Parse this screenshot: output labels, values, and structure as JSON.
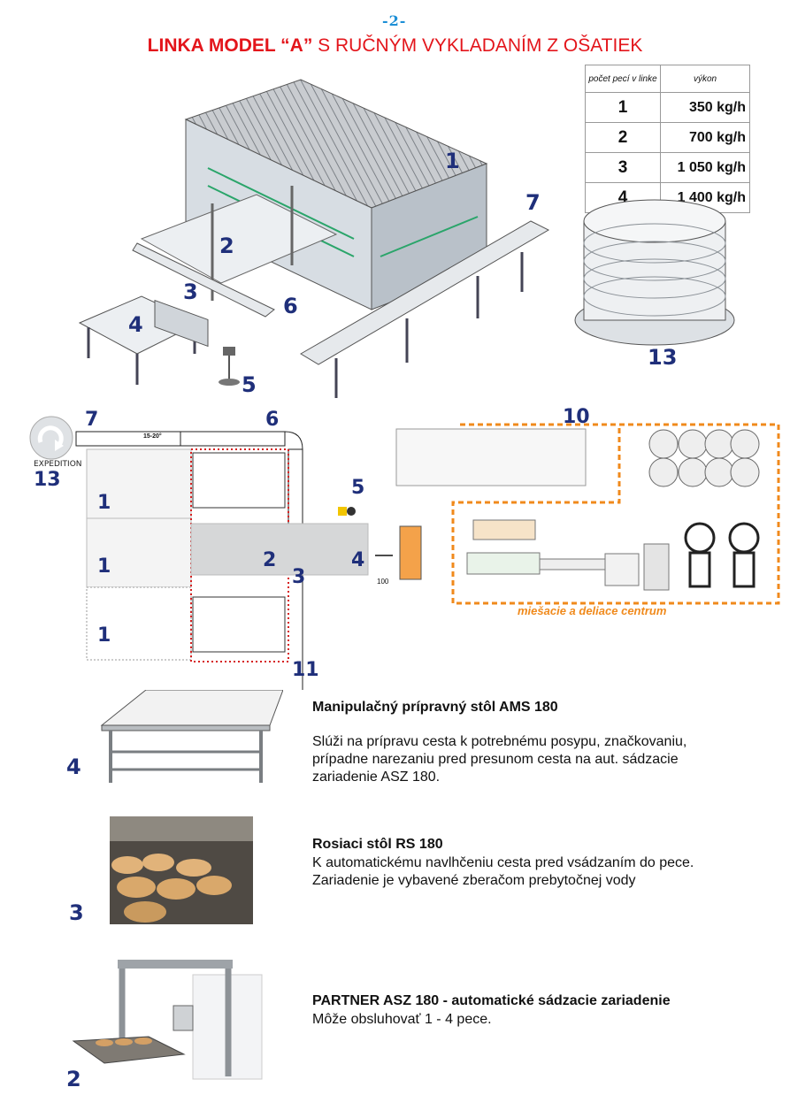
{
  "page_number": "-2-",
  "title": {
    "bold": "LINKA MODEL “A”",
    "rest": " S RUČNÝM VYKLADANÍM Z OŠATIEK"
  },
  "output_table": {
    "headers": [
      "počet pecí v linke",
      "výkon"
    ],
    "rows": [
      {
        "ovens": "1",
        "output": "350 kg/h"
      },
      {
        "ovens": "2",
        "output": "700 kg/h"
      },
      {
        "ovens": "3",
        "output": "1 050 kg/h"
      },
      {
        "ovens": "4",
        "output": "1 400 kg/h"
      }
    ]
  },
  "isometric_labels": {
    "oven": "1",
    "setter": "2",
    "sprinkler": "3",
    "table": "4",
    "scale": "5",
    "unit6": "6",
    "conveyor": "7",
    "spiral": "13"
  },
  "plan": {
    "expedition": "EXPEDITION",
    "label_7": "7",
    "label_13": "13",
    "label_6": "6",
    "label_5": "5",
    "label_2": "2",
    "label_3": "3",
    "label_4": "4",
    "label_10": "10",
    "label_11": "11",
    "oven_labels": [
      "1",
      "1",
      "1"
    ],
    "slope": "15-20°",
    "distance": "100",
    "mixing_center": "miešacie a deliace centrum"
  },
  "sections": [
    {
      "num": "4",
      "title": "Manipulačný prípravný stôl AMS 180",
      "lines": [
        "Slúži na prípravu cesta k potrebnému posypu, značkovaniu,",
        "prípadne narezaniu pred presunom cesta na aut. sádzacie",
        "zariadenie ASZ 180."
      ]
    },
    {
      "num": "3",
      "title": "Rosiaci stôl RS 180",
      "lines": [
        "K automatickému navlhčeniu cesta pred vsádzaním do pece.",
        "Zariadenie je vybavené zberačom prebytočnej vody"
      ]
    },
    {
      "num": "2",
      "title": "PARTNER ASZ 180 - automatické sádzacie zariadenie",
      "lines": [
        "Môže obsluhovať 1 - 4 pece."
      ]
    }
  ],
  "colors": {
    "title_red": "#e3151b",
    "number_blue": "#1f2f7a",
    "orange": "#f08a1c",
    "page_blue": "#1d8fd6"
  }
}
